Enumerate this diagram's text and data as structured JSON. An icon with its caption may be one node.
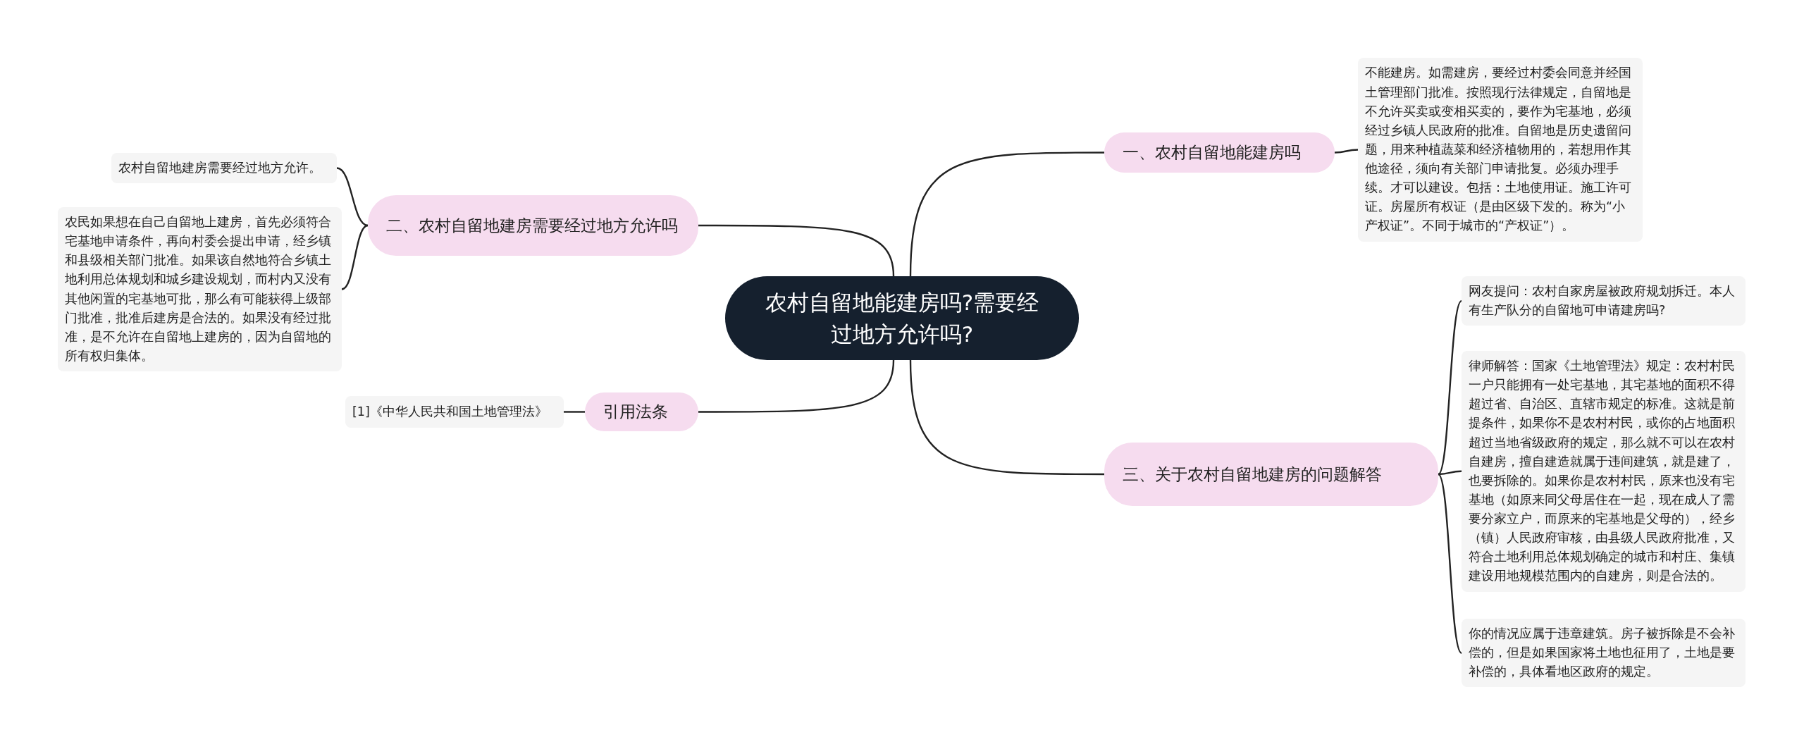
{
  "diagram": {
    "nodes": [
      {
        "text": [
          "农村自留地能建房吗?需要经过地方允许吗?"
        ]
      },
      {
        "text": [
          "一、农村自留地能建房吗"
        ]
      },
      {
        "text": [
          "不能建房。如需建房，要经过村委会同意并经国土管理部门批准。按照现行法律规定，自留地是不允许买卖或变相买卖的，要作为宅基地，必须经过乡镇人民政府的批准。自留地是历史遗留问题，用来种植蔬菜和经济植物用的，若想用作其他途径，须向有关部门申请批复。必须办理手续。才可以建设。包括：土地使用证。施工许可证。房屋所有权证（是由区级下发的。称为“小产权证”。不同于城市的“产权证”）。"
        ]
      },
      {
        "text": [
          "二、农村自留地建房需要经过地方允许吗"
        ]
      },
      {
        "text": [
          "农村自留地建房需要经过地方允许。"
        ]
      },
      {
        "text": [
          "农民如果想在自己自留地上建房，首先必须符合宅基地申请条件，再向村委会提出申请，经乡镇和县级相关部门批准。如果该自然地符合乡镇土地利用总体规划和城乡建设规划，而村内又没有其他闲置的宅基地可批，那么有可能获得上级部门批准，批准后建房是合法的。如果没有经过批准，是不允许在自留地上建房的，因为自留地的所有权归集体。"
        ]
      },
      {
        "text": [
          "引用法条"
        ]
      },
      {
        "text": [
          "[1]《中华人民共和国土地管理法》"
        ]
      },
      {
        "text": [
          "三、关于农村自留地建房的问题解答"
        ]
      },
      {
        "text": [
          "网友提问：农村自家房屋被政府规划拆迁。本人有生产队分的自留地可申请建房吗?"
        ]
      },
      {
        "text": [
          "律师解答：国家《土地管理法》规定：农村村民一户只能拥有一处宅基地，其宅基地的面积不得超过省、自治区、直辖市规定的标准。这就是前提条件，如果你不是农村村民，或你的占地面积超过当地省级政府的规定，那么就不可以在农村自建房，擅自建造就属于违间建筑，就是建了，也要拆除的。如果你是农村村民，原来也没有宅基地（如原来同父母居住在一起，现在成人了需要分家立户，而原来的宅基地是父母的），经乡（镇）人民政府审核，由县级人民政府批准，又符合土地利用总体规划确定的城市和村庄、集镇建设用地规模范围内的自建房，则是合法的。"
        ]
      },
      {
        "text": [
          "你的情况应属于违章建筑。房子被拆除是不会补偿的，但是如果国家将土地也征用了，土地是要补偿的，具体看地区政府的规定。"
        ]
      }
    ],
    "edges": [
      {
        "from": 0,
        "to": 1,
        "arrow": "none"
      },
      {
        "from": 1,
        "to": 2,
        "arrow": "none"
      },
      {
        "from": 0,
        "to": 3,
        "arrow": "none"
      },
      {
        "from": 3,
        "to": 4,
        "arrow": "none"
      },
      {
        "from": 3,
        "to": 5,
        "arrow": "none"
      },
      {
        "from": 0,
        "to": 6,
        "arrow": "none"
      },
      {
        "from": 6,
        "to": 7,
        "arrow": "none"
      },
      {
        "from": 0,
        "to": 8,
        "arrow": "none"
      },
      {
        "from": 8,
        "to": 9,
        "arrow": "none"
      },
      {
        "from": 8,
        "to": 10,
        "arrow": "none"
      },
      {
        "from": 8,
        "to": 11,
        "arrow": "none"
      }
    ]
  }
}
